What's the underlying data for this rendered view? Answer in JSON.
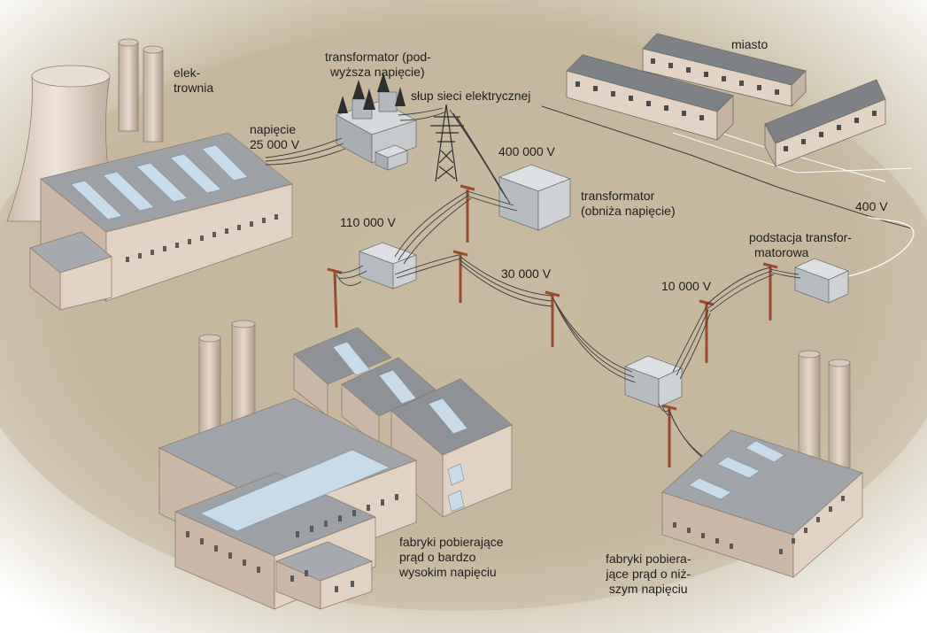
{
  "labels": {
    "power_plant": [
      "elek-",
      "trownia"
    ],
    "voltage_25000": [
      "napięcie",
      "25 000 V"
    ],
    "step_up_transformer": [
      "transformator (pod-",
      "wyższa napięcie)"
    ],
    "pylon": "słup sieci elektrycznej",
    "voltage_400000": "400 000 V",
    "step_down_transformer": [
      "transformator",
      "(obniża napięcie)"
    ],
    "city": "miasto",
    "voltage_400": "400 V",
    "substation": [
      "podstacja transfor-",
      "matorowa"
    ],
    "voltage_110000": "110 000 V",
    "voltage_30000": "30 000 V",
    "voltage_10000": "10 000 V",
    "factories_high": [
      "fabryki pobierające",
      "prąd o bardzo",
      "wysokim napięciu"
    ],
    "factories_low": [
      "fabryki pobiera-",
      "jące prąd o niż-",
      "szym napięciu"
    ]
  },
  "colors": {
    "ground": "#c4b79d",
    "wall": "#e2d2c3",
    "wall_shadow": "#cbb8a8",
    "roof": "#8b8f93",
    "roof_light": "#a2a6aa",
    "transformer": "#bfc3c7",
    "pole": "#9c4a2f",
    "wire": "#3a3a3a"
  }
}
